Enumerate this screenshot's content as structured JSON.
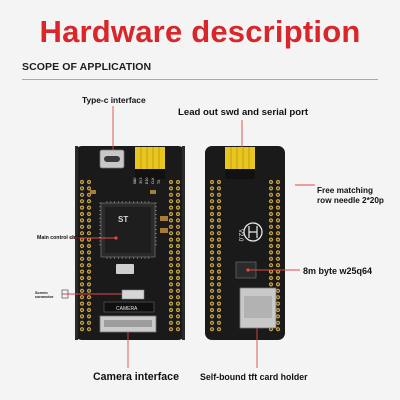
{
  "header": {
    "title": "Hardware description",
    "subtitle": "SCOPE OF APPLICATION"
  },
  "callouts": {
    "typec": "Type-c interface",
    "lead_out": "Lead out swd and serial port",
    "free_needle_line1": "Free matching",
    "free_needle_line2": "row needle 2*20p",
    "main_chip": "Main control chip",
    "flash": "8m byte w25q64",
    "screen_line1": "Screen",
    "screen_line2": "connector",
    "camera": "Camera interface",
    "tft_holder": "Self-bound tft card holder"
  },
  "board_markings": {
    "chip_logo": "ST",
    "version": "V2.0",
    "camera_port": "CAMERA"
  },
  "colors": {
    "title": "#d8262a",
    "pcb": "#1a1a1a",
    "pads": "#c9a347",
    "header_pins": "#e8c61d",
    "callout_lines": "#e04848"
  }
}
